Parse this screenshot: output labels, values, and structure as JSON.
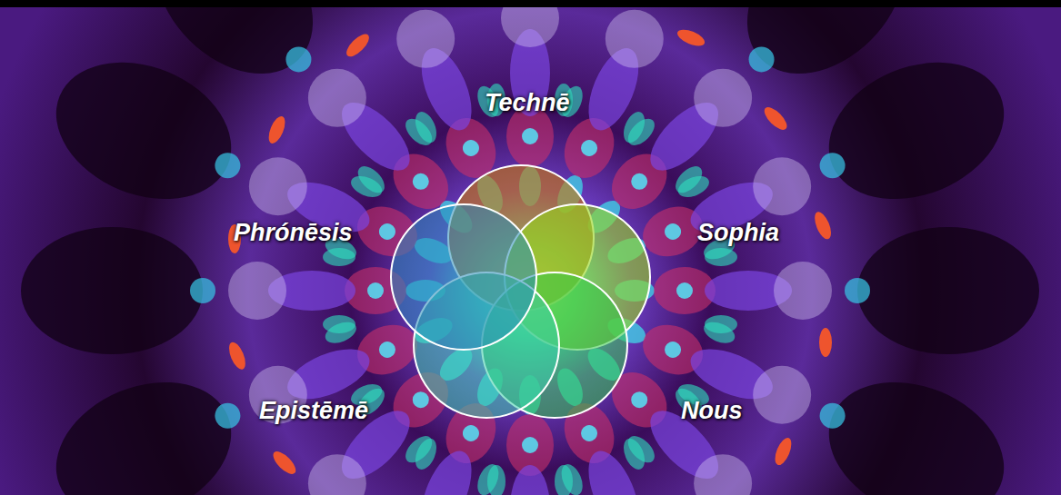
{
  "diagram": {
    "labels": [
      "Technē",
      "Phrónēsis",
      "Sophia",
      "Epistēmē",
      "Nous"
    ]
  }
}
